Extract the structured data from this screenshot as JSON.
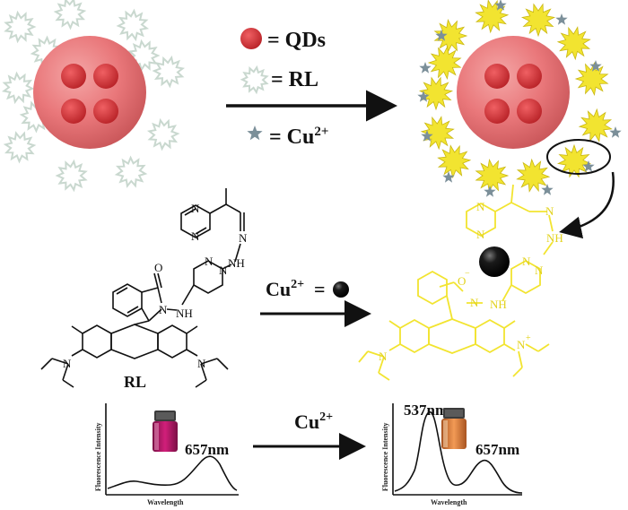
{
  "legend": {
    "qds_label": "= QDs",
    "rl_label": "= RL",
    "cu_label_prefix": "= Cu",
    "cu_label_sup": "2+"
  },
  "reaction": {
    "cu_label": "Cu",
    "cu_sup": "2+",
    "equals": "="
  },
  "rl_molecule": {
    "name": "RL",
    "atoms": [
      "O",
      "N",
      "NH",
      "N",
      "N",
      "N",
      "NH"
    ],
    "ring_n": [
      "N",
      "N"
    ]
  },
  "product_molecule": {
    "atoms": [
      "O",
      "N",
      "N",
      "NH",
      "N",
      "N",
      "N",
      "NH",
      "N",
      "N"
    ],
    "charge_minus": "−",
    "charge_plus": "+"
  },
  "spectra": {
    "arrow_cu_label": "Cu",
    "arrow_cu_sup": "2+",
    "left": {
      "ylabel": "Fluorescence Intensity",
      "xlabel": "Wavelength",
      "peak_label": "657nm"
    },
    "right": {
      "ylabel": "Fluorescence Intensity",
      "xlabel": "Wavelength",
      "peak1_label": "537nm",
      "peak2_label": "657nm"
    }
  },
  "colors": {
    "qd_sphere": "#e86f73",
    "qd_dot": "#d33236",
    "rl_outline": "#c9d8cf",
    "cu_star": "#7b8f99",
    "yellow": "#f2e430",
    "black": "#111111",
    "vial_left": "#b61a6b",
    "vial_right": "#e9894a"
  }
}
